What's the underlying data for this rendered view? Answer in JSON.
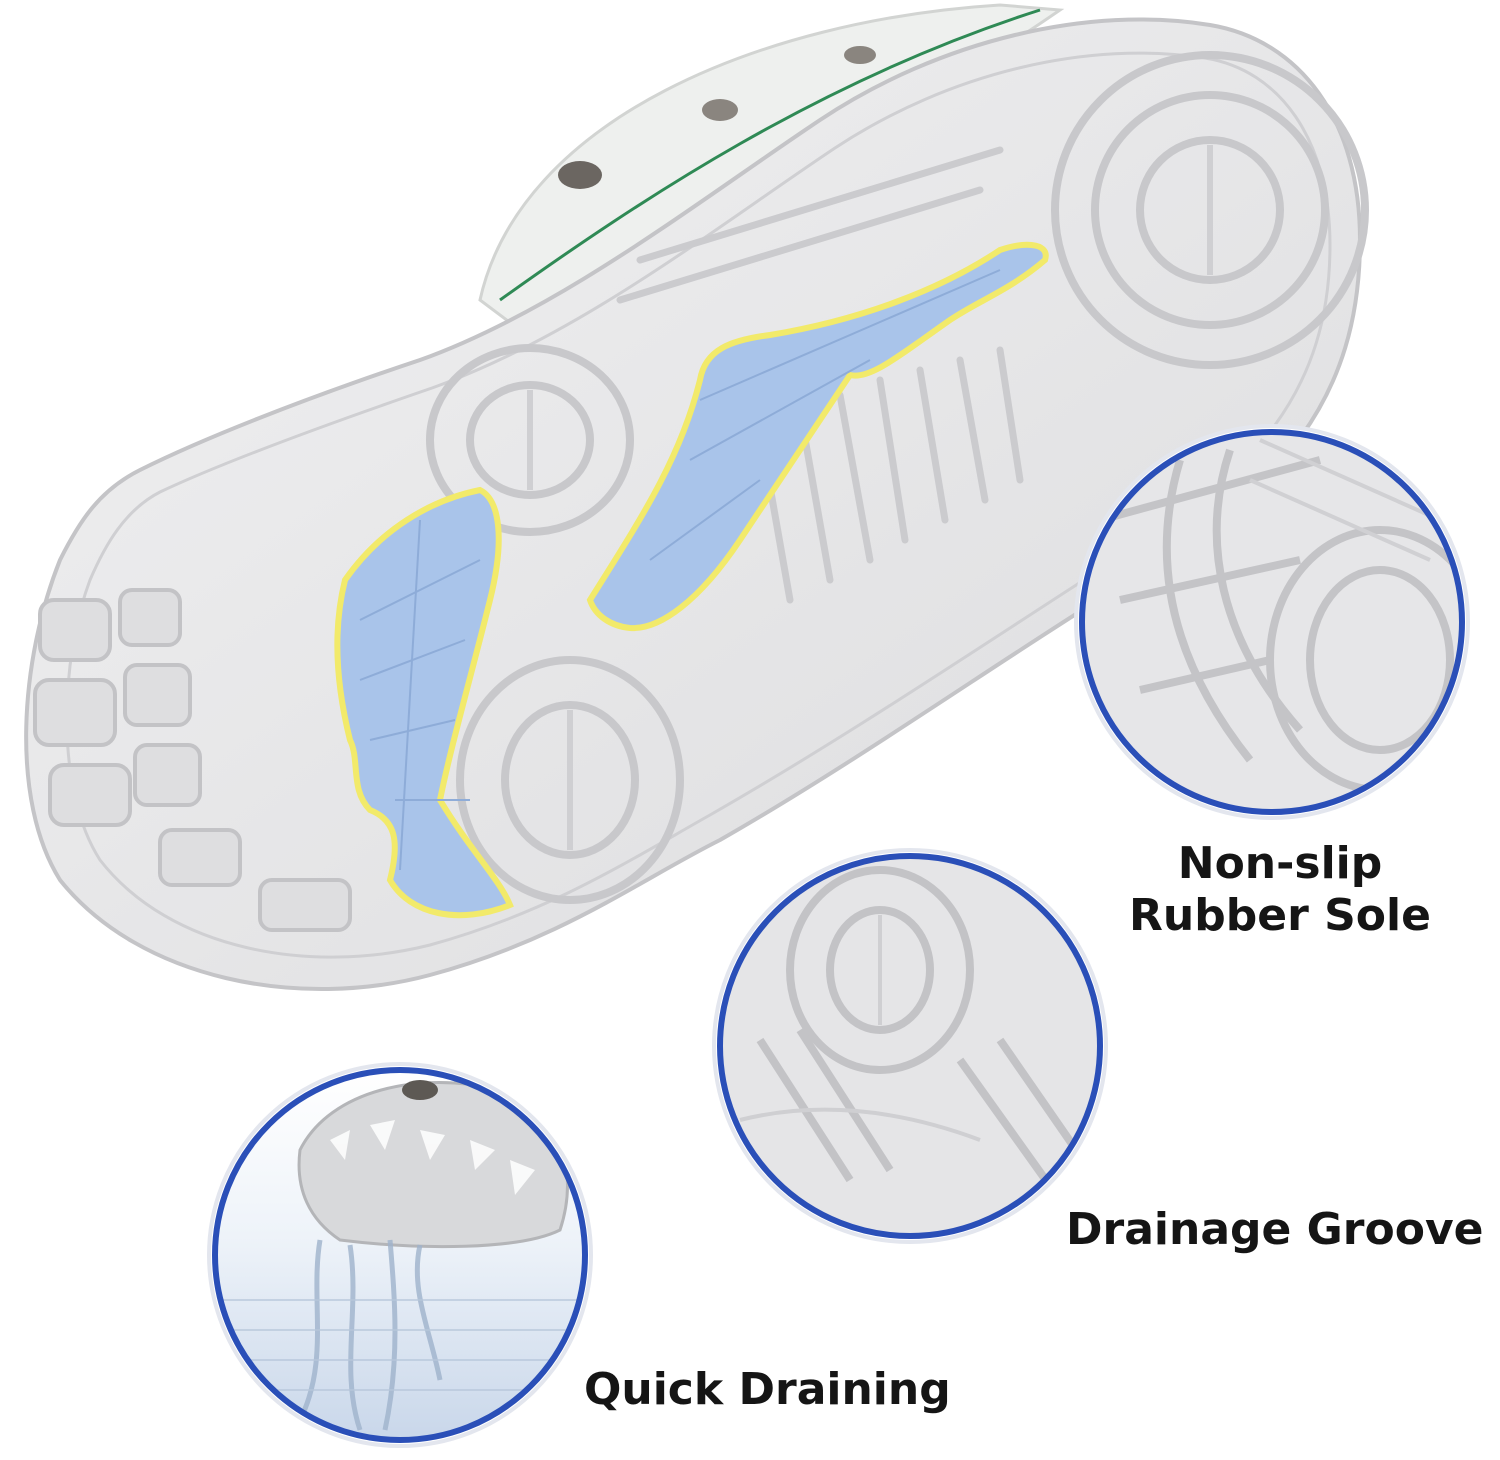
{
  "labels": {
    "non_slip_line1": "Non-slip",
    "non_slip_line2": "Rubber Sole",
    "drainage_groove": "Drainage Groove",
    "quick_draining": "Quick Draining"
  },
  "colors": {
    "background": "#ffffff",
    "sole": "#e9e9ea",
    "sole_shadow": "#cfcfd1",
    "insert_blue": "#a9c4ea",
    "insert_outline": "#f2ea6a",
    "circle_ring": "#2a4fb8",
    "label_text": "#151515"
  }
}
